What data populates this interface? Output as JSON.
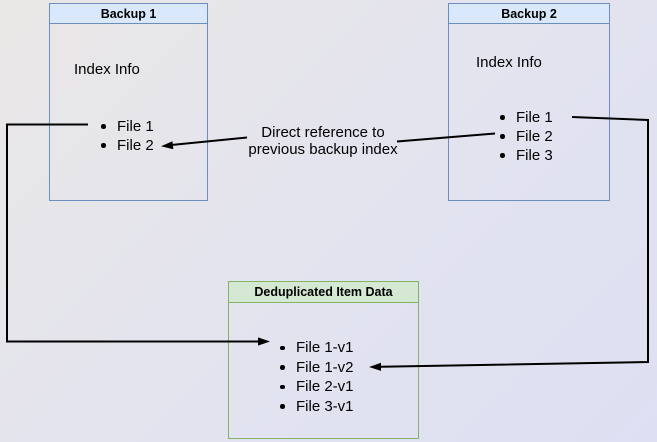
{
  "canvas": {
    "bg_from": "#e9e7e5",
    "bg_to": "#dde0f3"
  },
  "colors": {
    "blue_fill": "#dae8fc",
    "blue_border": "#6c8ebf",
    "green_fill": "#d5e8d4",
    "green_border": "#82b366",
    "arrow": "#000000",
    "text": "#000000"
  },
  "backup1": {
    "title": "Backup 1",
    "subtitle": "Index Info",
    "items": [
      "File 1",
      "File 2"
    ]
  },
  "backup2": {
    "title": "Backup 2",
    "subtitle": "Index Info",
    "items": [
      "File 1",
      "File 2",
      "File 3"
    ]
  },
  "dedup": {
    "title": "Deduplicated Item Data",
    "items": [
      "File 1-v1",
      "File 1-v2",
      "File 2-v1",
      "File 3-v1"
    ]
  },
  "annotation": {
    "line1": "Direct reference to",
    "line2": "previous backup index"
  }
}
